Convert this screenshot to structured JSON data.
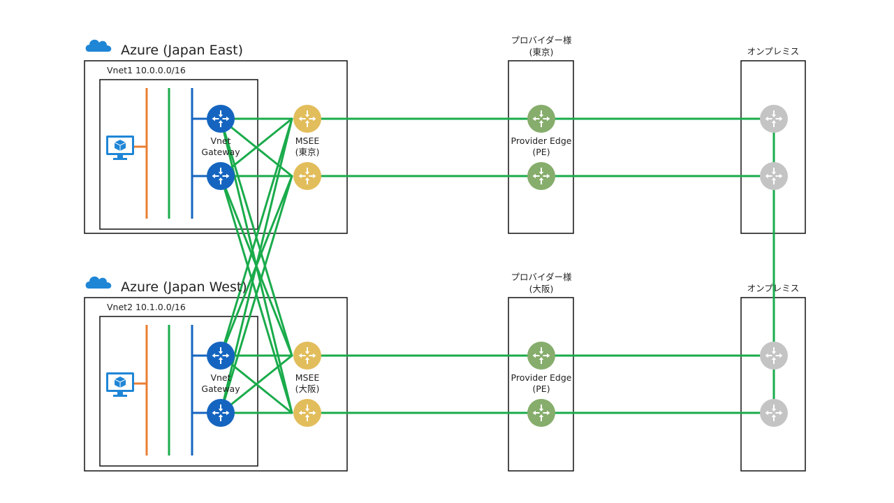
{
  "colors": {
    "link": "#1aab4b",
    "gateway": "#1565c0",
    "msee": "#e2bd5b",
    "pe": "#86ad6c",
    "onprem": "#c4c4c4",
    "bus_orange": "#ea7e32",
    "bus_green": "#1aab4b",
    "bus_blue": "#1565c0",
    "cloud": "#1f86d6",
    "vm": "#1f86d6"
  },
  "regions": {
    "east": {
      "title": "Azure (Japan East)",
      "vnet": "Vnet1 10.0.0.0/16",
      "gateway": [
        "Vnet",
        "Gateway"
      ],
      "msee": [
        "MSEE",
        "(東京)"
      ]
    },
    "west": {
      "title": "Azure (Japan West)",
      "vnet": "Vnet2 10.1.0.0/16",
      "gateway": [
        "Vnet",
        "Gateway"
      ],
      "msee": [
        "MSEE",
        "(大阪)"
      ]
    }
  },
  "providers": {
    "tokyo": {
      "title": [
        "プロバイダー様",
        "(東京)"
      ],
      "pe": [
        "Provider Edge",
        "(PE)"
      ]
    },
    "osaka": {
      "title": [
        "プロバイダー様",
        "(大阪)"
      ],
      "pe": [
        "Provider Edge",
        "(PE)"
      ]
    }
  },
  "onprem": {
    "top": {
      "title": "オンプレミス"
    },
    "bottom": {
      "title": "オンプレミス"
    }
  },
  "icons": {
    "cloud": "cloud-icon",
    "vm": "virtual-machine-icon",
    "router": "router-icon"
  }
}
